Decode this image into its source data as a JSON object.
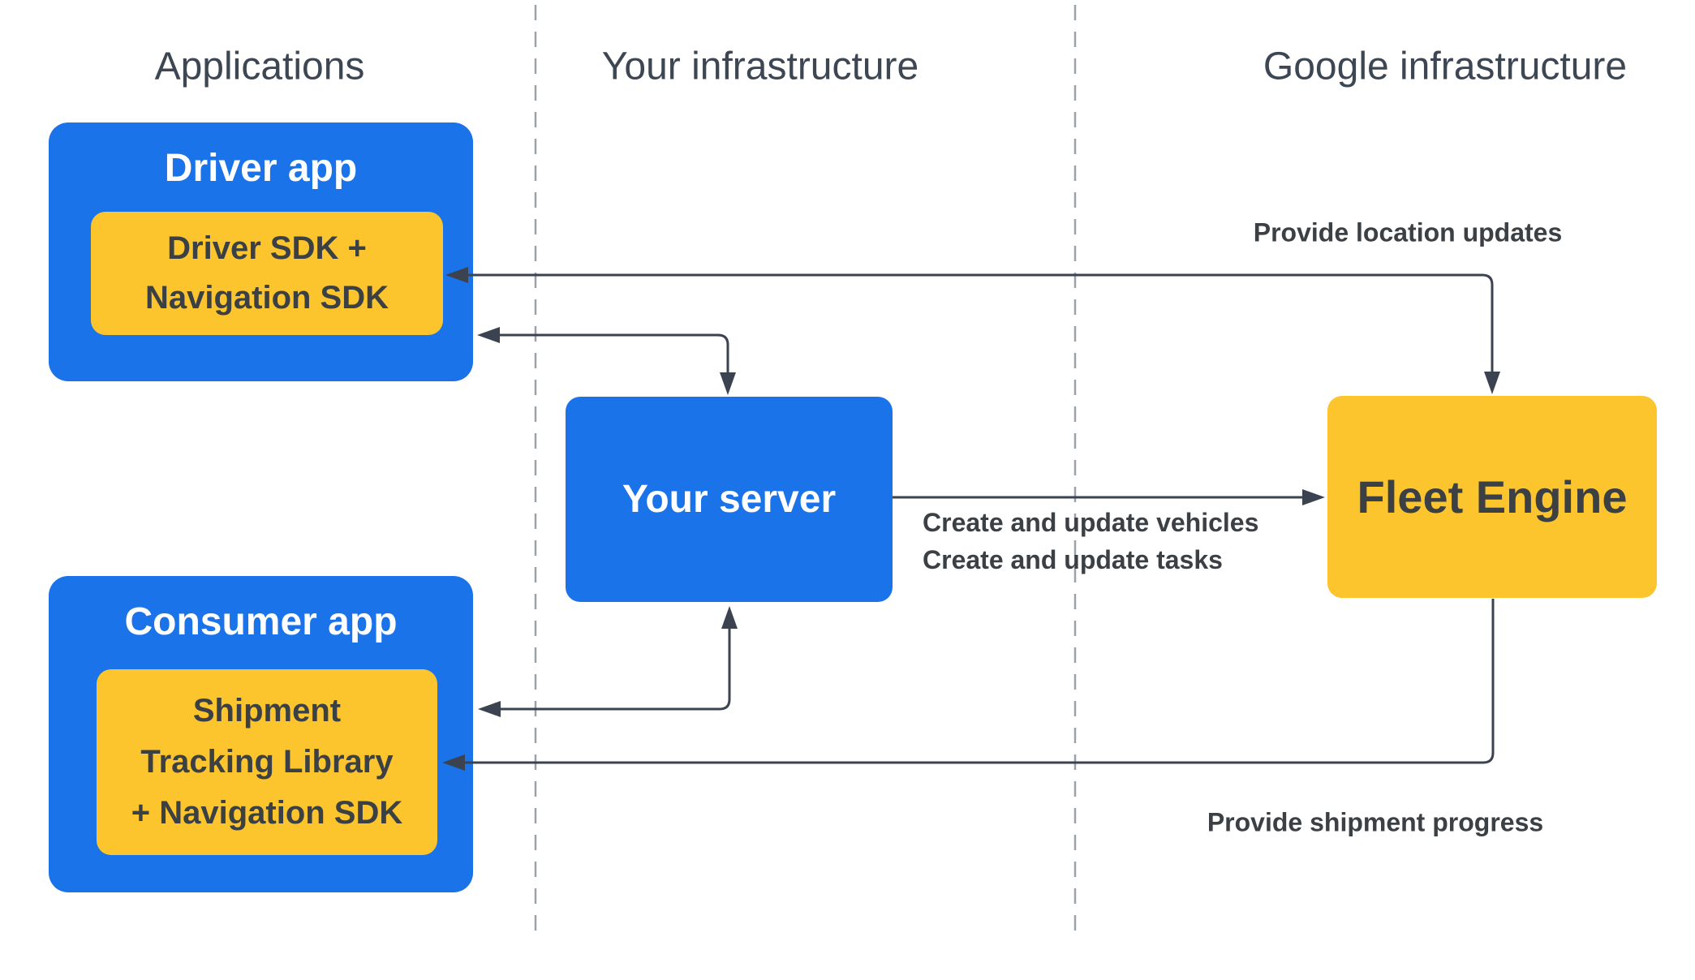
{
  "columns": [
    {
      "label": "Applications"
    },
    {
      "label": "Your infrastructure"
    },
    {
      "label": "Google infrastructure"
    }
  ],
  "nodes": {
    "driver_app": {
      "title": "Driver app",
      "sdk_lines": [
        "Driver SDK +",
        "Navigation SDK"
      ]
    },
    "your_server": {
      "title": "Your server"
    },
    "fleet_engine": {
      "title": "Fleet Engine"
    },
    "consumer_app": {
      "title": "Consumer app",
      "library_lines": [
        "Shipment",
        "Tracking Library",
        "+ Navigation SDK"
      ]
    }
  },
  "edges": {
    "location_updates": {
      "label": "Provide location updates"
    },
    "server_to_fleet": {
      "labels": [
        "Create and update vehicles",
        "Create and update tasks"
      ]
    },
    "shipment_progress": {
      "label": "Provide shipment progress"
    }
  },
  "colors": {
    "box_blue": "#1a73e8",
    "box_yellow": "#fcc52e",
    "arrow": "#3b4350",
    "divider": "#9aa1a9",
    "text_dark": "#3b4045",
    "text_light": "#ffffff",
    "heading": "#3d4653"
  }
}
